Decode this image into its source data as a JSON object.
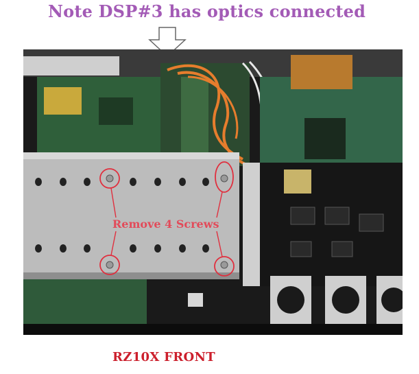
{
  "header": {
    "note": "Note DSP#3 has optics connected"
  },
  "annotation": {
    "screws_label": "Remove 4 Screws",
    "circle_color": "#e02f3e"
  },
  "footer": {
    "label": "RZ10X FRONT"
  },
  "colors": {
    "title": "#a35bb6",
    "footer": "#cc1f2c"
  },
  "icons": [
    "down-arrow-icon"
  ]
}
